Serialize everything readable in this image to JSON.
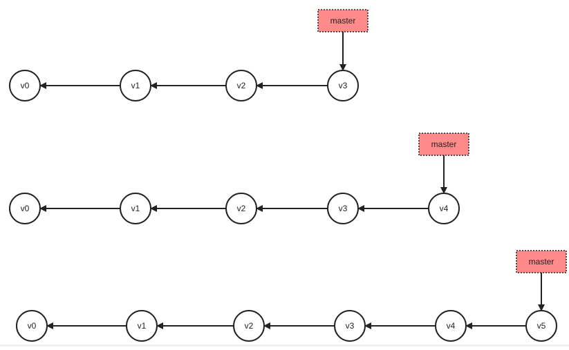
{
  "colors": {
    "stroke": "#222222",
    "node_fill": "#ffffff",
    "branch_fill": "#ff8a8a",
    "text": "#222222"
  },
  "rows": [
    {
      "commits": [
        "v0",
        "v1",
        "v2",
        "v3"
      ],
      "branch": {
        "label": "master",
        "points_to": "v3"
      }
    },
    {
      "commits": [
        "v0",
        "v1",
        "v2",
        "v3",
        "v4"
      ],
      "branch": {
        "label": "master",
        "points_to": "v4"
      }
    },
    {
      "commits": [
        "v0",
        "v1",
        "v2",
        "v3",
        "v4",
        "v5"
      ],
      "branch": {
        "label": "master",
        "points_to": "v5"
      }
    }
  ]
}
